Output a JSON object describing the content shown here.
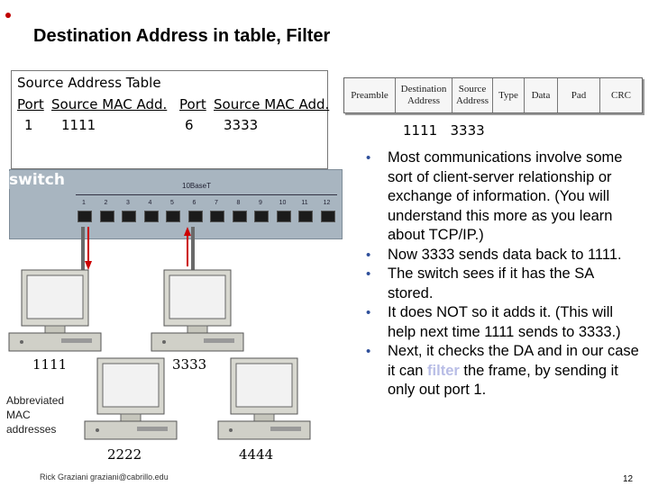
{
  "title": "Destination Address in table, Filter",
  "source_table": {
    "heading": "Source Address Table",
    "col_port": "Port",
    "col_mac": "Source MAC Add.",
    "col_port2": "Port",
    "col_mac2": "Source MAC Add.",
    "row": {
      "port": "1",
      "mac": "1111",
      "port2": "6",
      "mac2": "3333"
    }
  },
  "frame": {
    "fields": [
      {
        "label": "Preamble"
      },
      {
        "label": "Destination Address"
      },
      {
        "label": "Source Address"
      },
      {
        "label": "Type"
      },
      {
        "label": "Data"
      },
      {
        "label": "Pad"
      },
      {
        "label": "CRC"
      }
    ],
    "value": "1111   3333"
  },
  "switch": {
    "label": "switch",
    "port_label": "10BaseT",
    "ports": [
      "1",
      "2",
      "3",
      "4",
      "5",
      "6",
      "7",
      "8",
      "9",
      "10",
      "11",
      "12"
    ]
  },
  "hosts": {
    "h1": "1111",
    "h2": "3333",
    "h3": "2222",
    "h4": "4444"
  },
  "note": "Abbreviated\nMAC\naddresses",
  "bullets": [
    {
      "text": "Most communications involve some sort of client-server relationship or exchange of information.  (You will understand this more as you learn about TCP/IP.)"
    },
    {
      "text": "Now 3333 sends data back to 1111."
    },
    {
      "text": "The switch sees if it has the SA stored."
    },
    {
      "text": "It does NOT so it adds it.  (This will help next time 1111 sends to 3333.)"
    },
    {
      "text_before": "Next, it checks the DA and in our case it can ",
      "highlight": "filter",
      "text_after": " the frame, by sending it only out port 1."
    }
  ],
  "footer": "Rick Graziani  graziani@cabrillo.edu",
  "slide_number": "12",
  "colors": {
    "bullet_dot": "#c00000",
    "highlight": "#b8bde6",
    "arrow": "#cc0000",
    "switch": "#a8b5c0"
  }
}
